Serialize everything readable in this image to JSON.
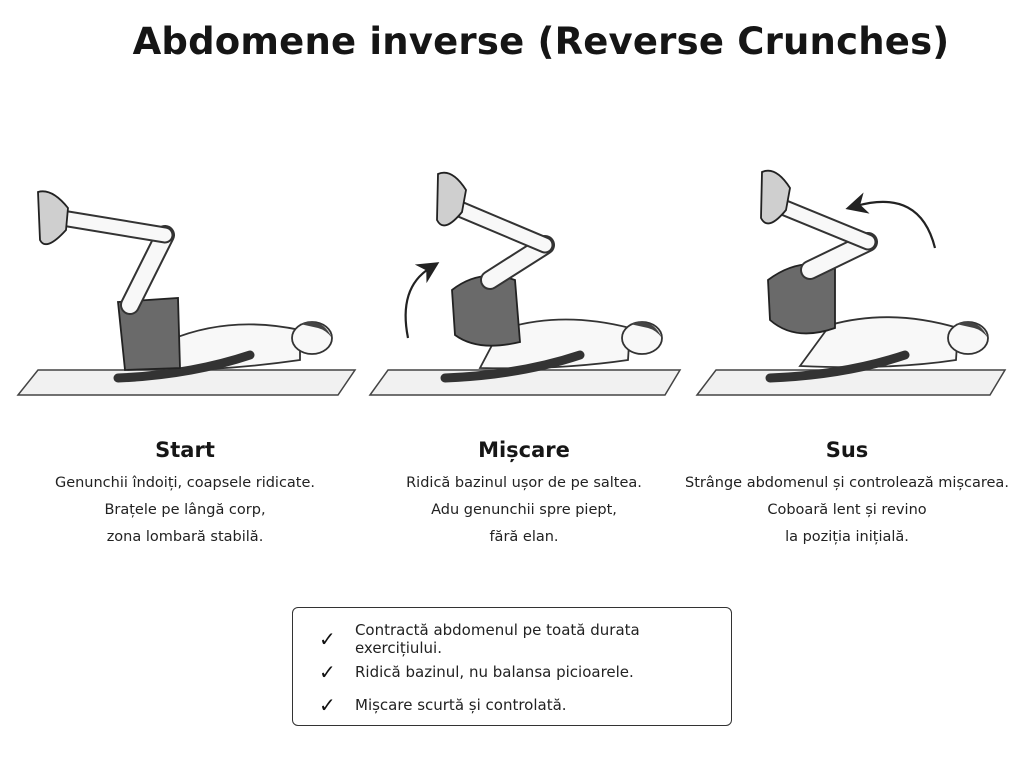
{
  "title": "Abdomene inverse (Reverse Crunches)",
  "steps": [
    {
      "heading": "Start",
      "lines": [
        "Genunchii îndoiți, coapsele ridicate.",
        "Brațele pe lângă corp,",
        "zona lombară stabilă."
      ]
    },
    {
      "heading": "Mișcare",
      "lines": [
        "Ridică bazinul ușor de pe saltea.",
        "Adu genunchii spre piept,",
        "fără elan."
      ]
    },
    {
      "heading": "Sus",
      "lines": [
        "Strânge abdomenul și controlează mișcarea.",
        "Coboară lent și revino",
        "la poziția inițială."
      ]
    }
  ],
  "tips": {
    "check_icon": "check-icon",
    "check_glyph": "✓",
    "items": [
      "Contractă abdomenul pe toată durata exercițiului.",
      "Ridică bazinul, nu balansa picioarele.",
      "Mișcare scurtă și controlată."
    ]
  },
  "illustrations": {
    "mat_color": "#f2f2f2",
    "shorts_color": "#6a6a6a",
    "skin_color": "#f7f7f7",
    "shoe_color": "#cfcfcf",
    "arrow_icon": "curved-arrow-icon"
  }
}
